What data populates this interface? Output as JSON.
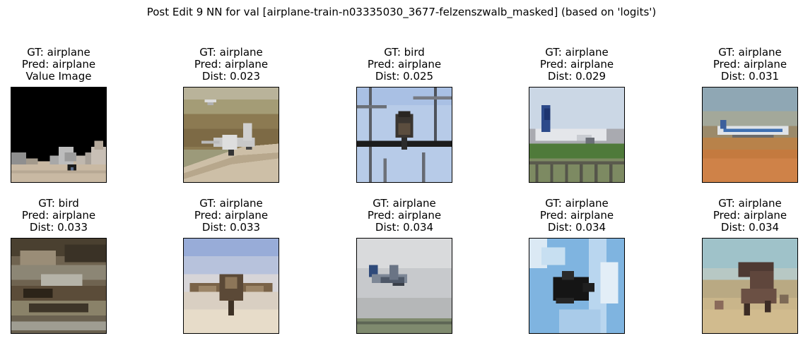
{
  "figure": {
    "title": "Post Edit 9 NN for val [airplane-train-n03335030_3677-felzenszwalb_masked] (based on 'logits')"
  },
  "panels": [
    {
      "gt": "GT: airplane",
      "pred": "Pred: airplane",
      "third": "Value Image",
      "scene": "masked-airplane"
    },
    {
      "gt": "GT: airplane",
      "pred": "Pred: airplane",
      "third": "Dist: 0.023",
      "scene": "plane-on-runway"
    },
    {
      "gt": "GT: bird",
      "pred": "Pred: airplane",
      "third": "Dist: 0.025",
      "scene": "bird-on-branch"
    },
    {
      "gt": "GT: airplane",
      "pred": "Pred: airplane",
      "third": "Dist: 0.029",
      "scene": "parked-jet"
    },
    {
      "gt": "GT: airplane",
      "pred": "Pred: airplane",
      "third": "Dist: 0.031",
      "scene": "plane-on-desert"
    },
    {
      "gt": "GT: bird",
      "pred": "Pred: airplane",
      "third": "Dist: 0.033",
      "scene": "dark-rocks"
    },
    {
      "gt": "GT: airplane",
      "pred": "Pred: airplane",
      "third": "Dist: 0.033",
      "scene": "propeller-plane"
    },
    {
      "gt": "GT: airplane",
      "pred": "Pred: airplane",
      "third": "Dist: 0.034",
      "scene": "plane-in-grey-sky"
    },
    {
      "gt": "GT: airplane",
      "pred": "Pred: airplane",
      "third": "Dist: 0.034",
      "scene": "dark-plane-in-clouds"
    },
    {
      "gt": "GT: airplane",
      "pred": "Pred: airplane",
      "third": "Dist: 0.034",
      "scene": "plane-on-beach"
    }
  ]
}
